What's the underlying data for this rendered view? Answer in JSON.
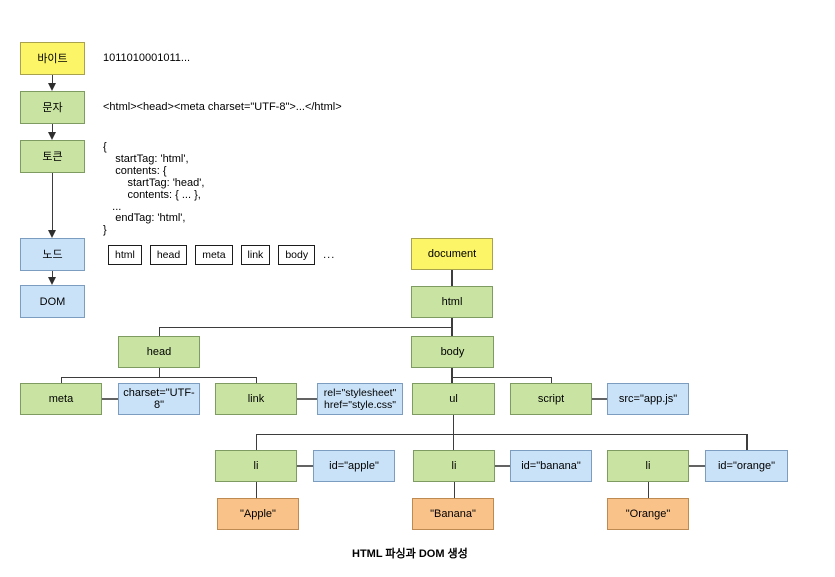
{
  "caption": "HTML 파싱과 DOM 생성",
  "colors": {
    "stage_yellow": "#FCF567",
    "stage_green": "#C9E4A2",
    "stage_blue": "#C9E2F8",
    "text_node_orange": "#F9C289",
    "edge_line": "#3d3d3d"
  },
  "pipeline": {
    "bytes": {
      "label": "바이트",
      "annotation": "1011010001011..."
    },
    "chars": {
      "label": "문자",
      "annotation": "<html><head><meta charset=\"UTF-8\">...</html>"
    },
    "tokens": {
      "label": "토큰",
      "annotation_lines": [
        "{",
        "    startTag: 'html',",
        "    contents: {",
        "        startTag: 'head',",
        "        contents: { ... },",
        "   ...",
        "    endTag: 'html',",
        "}"
      ]
    },
    "nodes": {
      "label": "노드",
      "chips": [
        "html",
        "head",
        "meta",
        "link",
        "body"
      ],
      "more": "..."
    },
    "dom": {
      "label": "DOM"
    }
  },
  "tree": {
    "document": "document",
    "html": "html",
    "head": "head",
    "body": "body",
    "meta": "meta",
    "meta_attr": "charset=\"UTF-8\"",
    "link": "link",
    "link_attr_line1": "rel=\"stylesheet\"",
    "link_attr_line2": "href=\"style.css\"",
    "ul": "ul",
    "script": "script",
    "script_attr": "src=\"app.js\"",
    "li_1": "li",
    "li_1_attr": "id=\"apple\"",
    "li_1_text": "\"Apple\"",
    "li_2": "li",
    "li_2_attr": "id=\"banana\"",
    "li_2_text": "\"Banana\"",
    "li_3": "li",
    "li_3_attr": "id=\"orange\"",
    "li_3_text": "\"Orange\""
  }
}
